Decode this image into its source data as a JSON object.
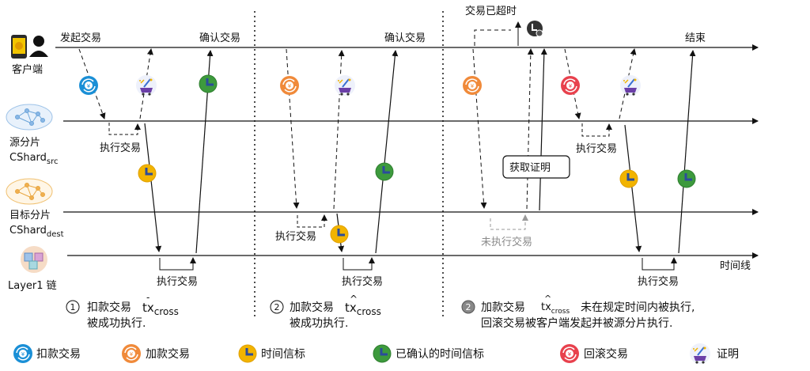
{
  "lanes": {
    "client": "客户端",
    "src_line1": "源分片",
    "src_line2_main": "CShard",
    "src_line2_sub": "src",
    "dest_line1": "目标分片",
    "dest_line2_main": "CShard",
    "dest_line2_sub": "dest",
    "layer1_main": "Layer1 链",
    "timeline": "时间线"
  },
  "phase1": {
    "initiate": "发起交易",
    "confirm": "确认交易",
    "exec_src": "执行交易",
    "exec_l1": "执行交易",
    "num": "1",
    "caption_line1_pre": "扣款交易",
    "caption_tx": "tx",
    "caption_tx_sub": "cross",
    "caption_line2": "被成功执行."
  },
  "phase2": {
    "confirm": "确认交易",
    "exec_dest": "执行交易",
    "exec_l1": "执行交易",
    "num": "2",
    "caption_line1_pre": "加款交易",
    "caption_tx": "tx",
    "caption_tx_sub": "cross",
    "caption_line2": "被成功执行."
  },
  "phase3": {
    "timeout": "交易已超时",
    "end": "结束",
    "get_proof": "获取证明",
    "not_exec": "未执行交易",
    "exec_src": "执行交易",
    "exec_l1": "执行交易",
    "num": "2",
    "caption_line1_pre": "加款交易",
    "caption_tx": "tx",
    "caption_tx_sub": "cross",
    "caption_line1_post": "未在规定时间内被执行,",
    "caption_line2": "回滚交易被客户端发起并被源分片执行."
  },
  "legend": {
    "deduct": "扣款交易",
    "add": "加款交易",
    "time_beacon": "时间信标",
    "confirmed_beacon": "已确认的时间信标",
    "rollback": "回滚交易",
    "proof": "证明"
  },
  "colors": {
    "deduct": "#1a8fd6",
    "add": "#f08a3a",
    "time_beacon": "#f2b400",
    "confirmed_beacon": "#3d9a3d",
    "rollback": "#e8414d",
    "beacon_mark": "#2b4c9b"
  }
}
